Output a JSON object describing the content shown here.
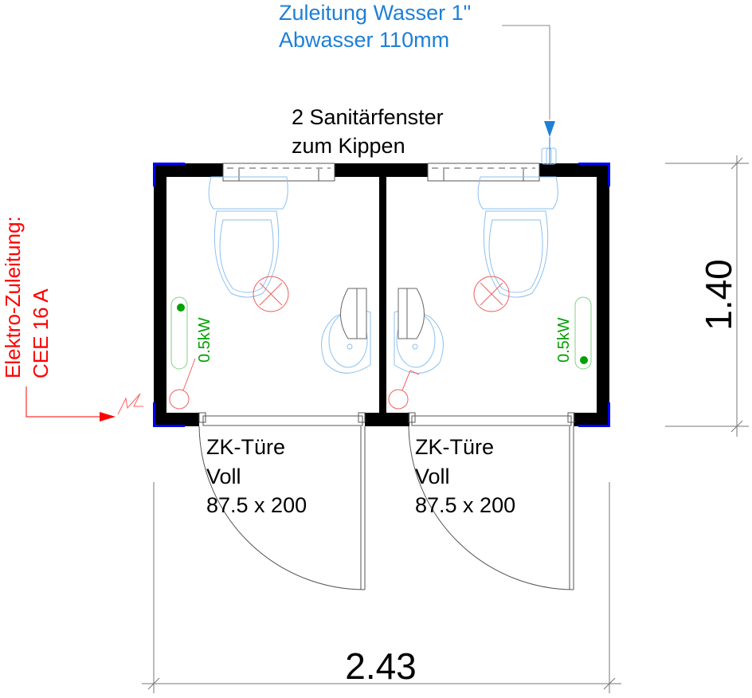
{
  "labels": {
    "water_line1": "Zuleitung Wasser 1\"",
    "water_line2": "Abwasser 110mm",
    "window_line1": "2 Sanitärfenster",
    "window_line2": "zum Kippen",
    "electric_line1": "Elektro-Zuleitung:",
    "electric_line2": "CEE 16 A",
    "heater_left": "0.5kW",
    "heater_right": "0.5kW",
    "door_left": [
      "ZK-Türe",
      "Voll",
      "87.5 x 200"
    ],
    "door_right": [
      "ZK-Türe",
      "Voll",
      "87.5 x 200"
    ],
    "dim_width": "2.43",
    "dim_depth": "1.40"
  },
  "colors": {
    "water": "#1e7fd6",
    "electric": "#ff0000",
    "heater": "#00a000",
    "wall": "#000000",
    "corner": "#0000ff",
    "fixture": "#8ec0ee"
  }
}
